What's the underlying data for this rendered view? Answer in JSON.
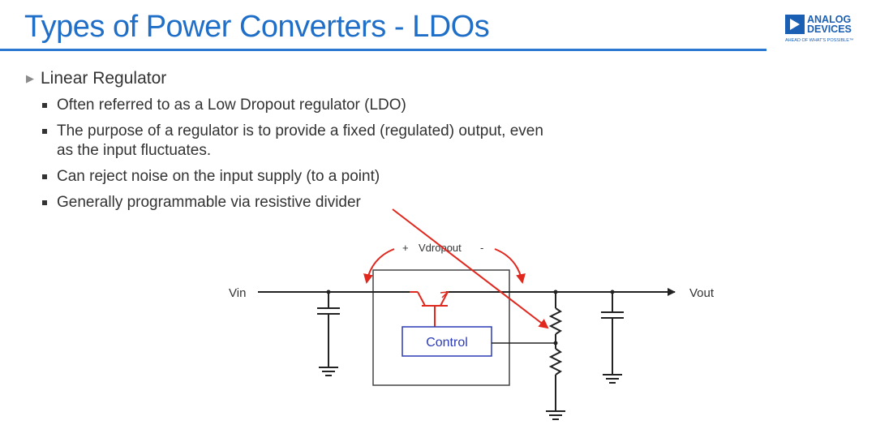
{
  "slide": {
    "title": "Types of Power Converters - LDOs",
    "logo": {
      "line1": "ANALOG",
      "line2": "DEVICES",
      "tagline": "AHEAD OF WHAT'S POSSIBLE™"
    },
    "heading": "Linear Regulator",
    "bullets": [
      "Often referred to as a Low Dropout regulator (LDO)",
      "The purpose of a regulator is to provide a fixed (regulated) output, even as the input fluctuates.",
      "Can reject noise on the input supply (to a point)",
      "Generally programmable via resistive divider"
    ]
  },
  "diagram": {
    "vin_label": "Vin",
    "vout_label": "Vout",
    "vdropout_label": "Vdropout",
    "plus_sign": "+",
    "minus_sign": "-",
    "control_label": "Control",
    "colors": {
      "annotation": "#e0281e",
      "control": "#2b3ab5",
      "wire": "#222222"
    }
  }
}
